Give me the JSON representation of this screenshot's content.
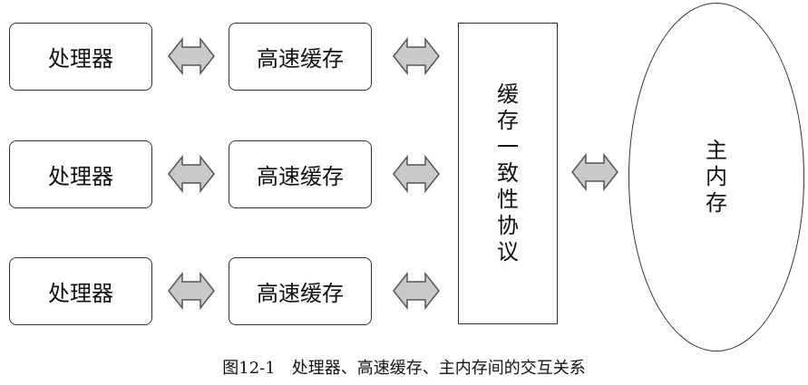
{
  "rows": [
    {
      "processor": "处理器",
      "cache": "高速缓存"
    },
    {
      "processor": "处理器",
      "cache": "高速缓存"
    },
    {
      "processor": "处理器",
      "cache": "高速缓存"
    }
  ],
  "protocol": "缓存一致性协议",
  "memory": "主内存",
  "caption": "图12-1　处理器、高速缓存、主内存间的交互关系",
  "colors": {
    "arrow_fill": "#c9c9c9",
    "arrow_stroke": "#555555",
    "border": "#333333"
  }
}
